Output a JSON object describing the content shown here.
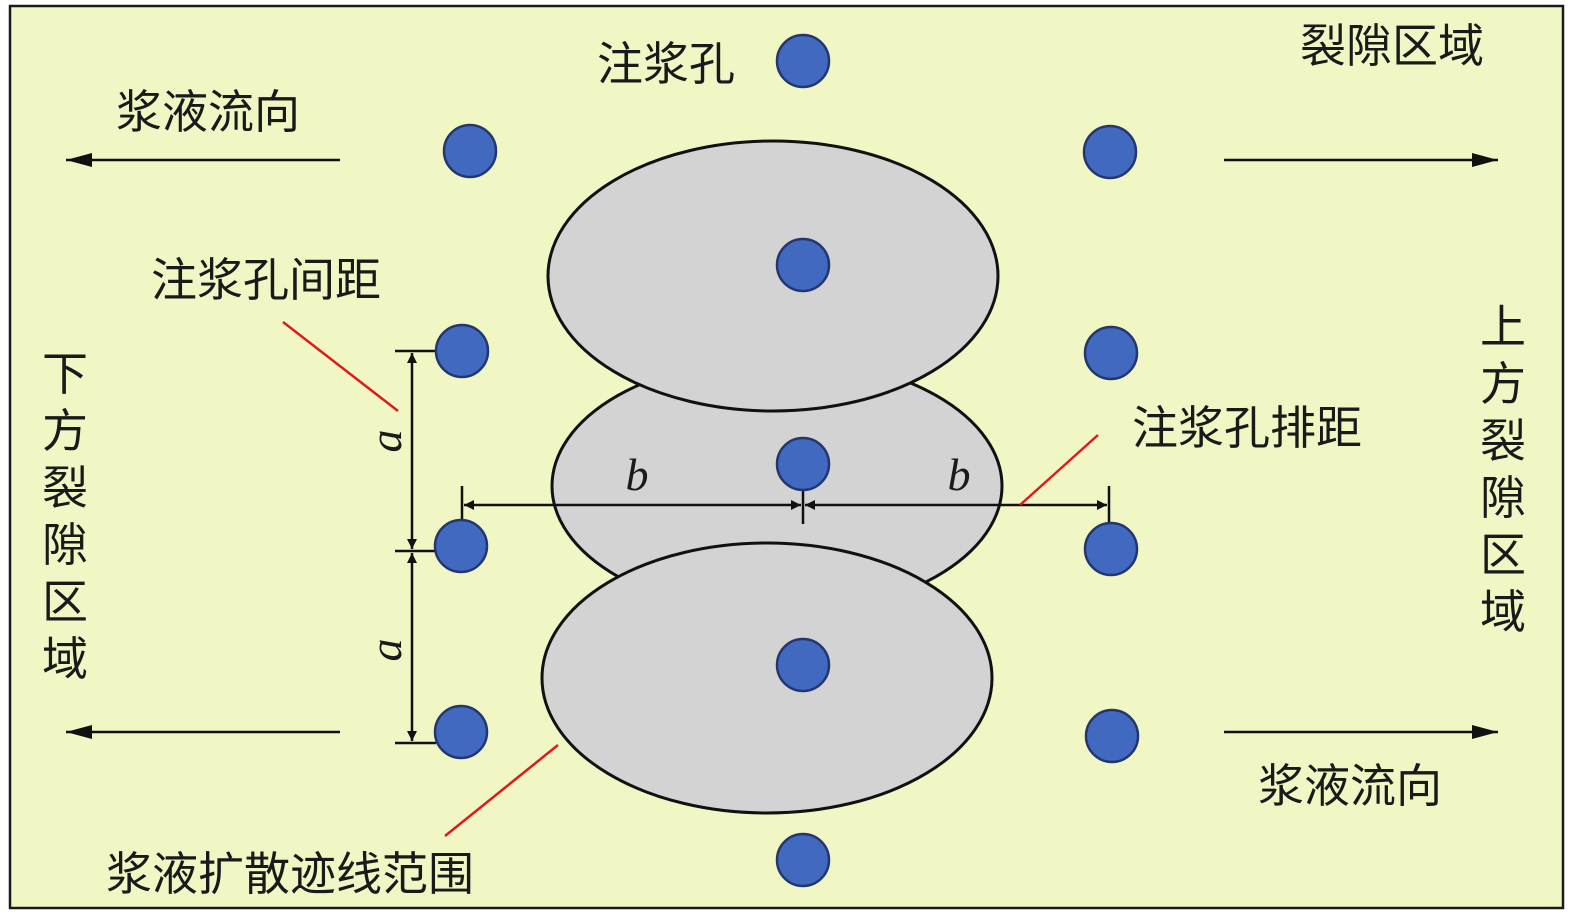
{
  "colors": {
    "background": "#f1f7c4",
    "border": "#1a1a1a",
    "hole_fill": "#4169c0",
    "hole_stroke": "#23376e",
    "ellipse_fill": "#d3d3d3",
    "ellipse_stroke": "#111111",
    "leader_line": "#e0191d",
    "arrow": "#111111"
  },
  "labels": {
    "grout_hole": "注浆孔",
    "fracture_zone": "裂隙区域",
    "flow_left": "浆液流向",
    "flow_right": "浆液流向",
    "hole_spacing": "注浆孔间距",
    "row_spacing": "注浆孔排距",
    "spread_range": "浆液扩散迹线范围",
    "lower_zone": [
      "下",
      "方",
      "裂",
      "隙",
      "区",
      "域"
    ],
    "upper_zone": [
      "上",
      "方",
      "裂",
      "隙",
      "区",
      "域"
    ],
    "dim_a_top": "a",
    "dim_a_bottom": "a",
    "dim_b_left": "b",
    "dim_b_right": "b"
  }
}
